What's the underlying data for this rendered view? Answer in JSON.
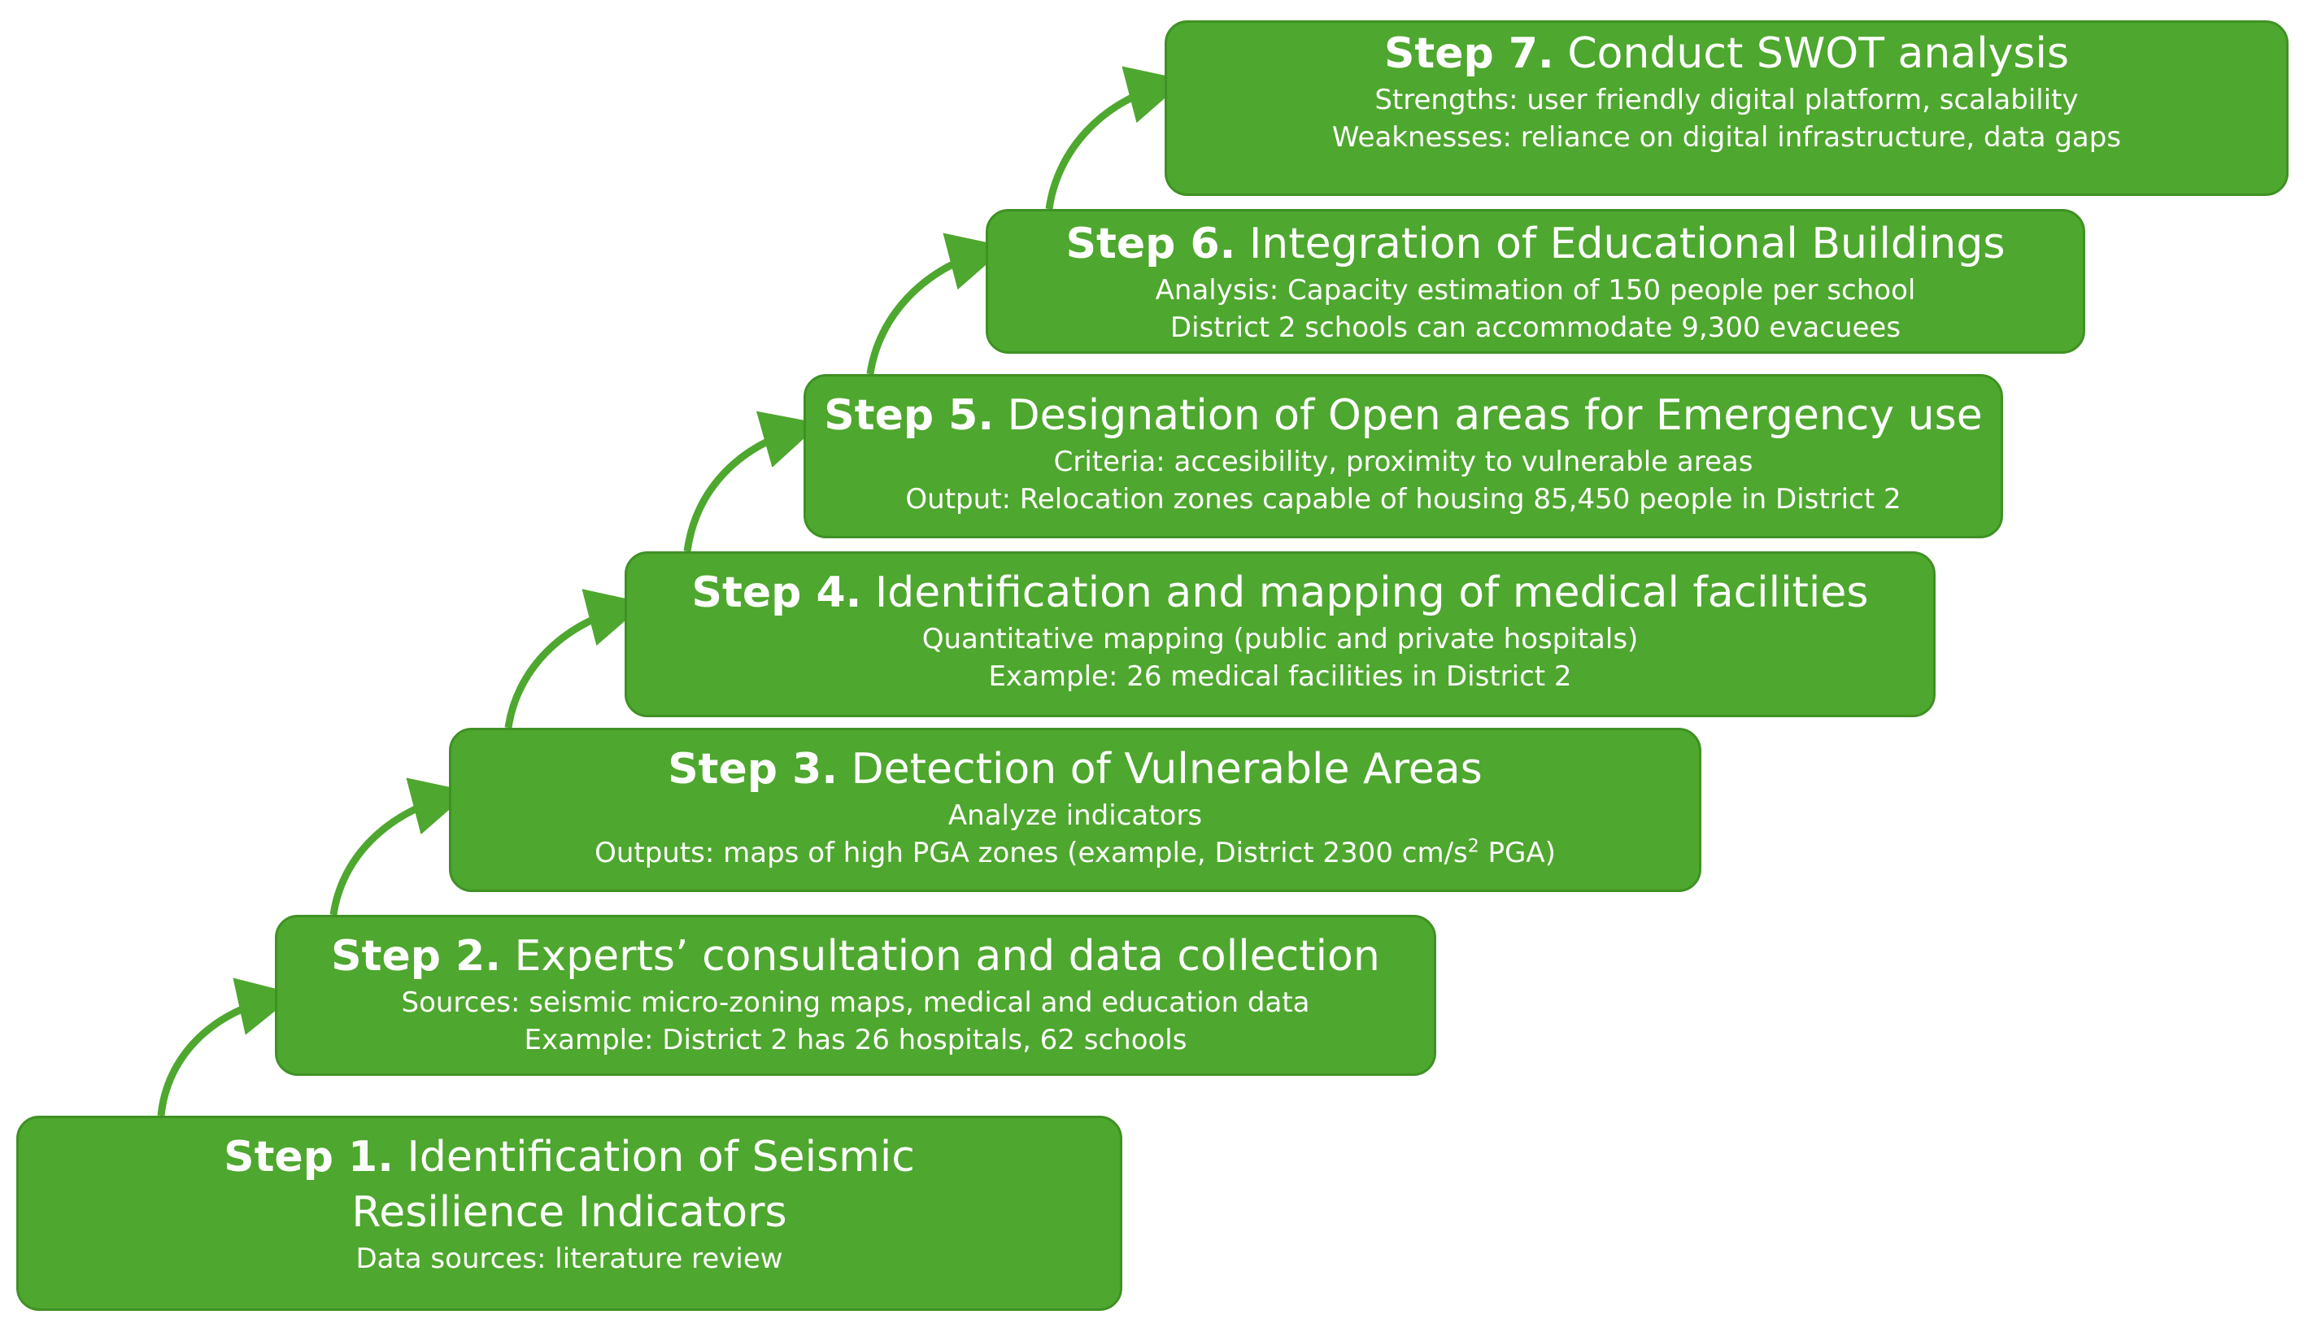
{
  "colors": {
    "box": "#4ea72e",
    "arrow": "#4ea72e",
    "text": "#ffffff"
  },
  "steps": [
    {
      "label": "Step 1.",
      "title": "Identification of Seismic Resilience Indicators",
      "lines": [
        "Data sources: literature review"
      ]
    },
    {
      "label": "Step 2.",
      "title": "Experts’ consultation and data collection",
      "lines": [
        "Sources: seismic micro-zoning maps, medical and education data",
        "Example: District 2 has 26 hospitals, 62 schools"
      ]
    },
    {
      "label": "Step 3.",
      "title": "Detection of  Vulnerable Areas",
      "lines": [
        "Analyze indicators",
        "Outputs: maps of high PGA zones (example, District 2300 cm/s"
      ],
      "line2_sup": "2",
      "line2_tail": " PGA)"
    },
    {
      "label": "Step 4.",
      "title": "Identification and mapping of medical facilities",
      "lines": [
        "Quantitative mapping (public and private hospitals)",
        "Example: 26 medical facilities in District 2"
      ]
    },
    {
      "label": "Step 5.",
      "title": "Designation of Open areas for Emergency use",
      "lines": [
        "Criteria: accesibility, proximity to vulnerable areas",
        "Output: Relocation zones capable of housing 85,450 people in District 2"
      ]
    },
    {
      "label": "Step 6.",
      "title": "Integration of Educational Buildings",
      "lines": [
        "Analysis: Capacity estimation of 150 people per school",
        "District 2 schools can accommodate 9,300 evacuees"
      ]
    },
    {
      "label": "Step 7.",
      "title": "Conduct SWOT analysis",
      "lines": [
        "Strengths: user friendly digital platform, scalability",
        "Weaknesses: reliance on digital infrastructure, data gaps"
      ]
    }
  ]
}
